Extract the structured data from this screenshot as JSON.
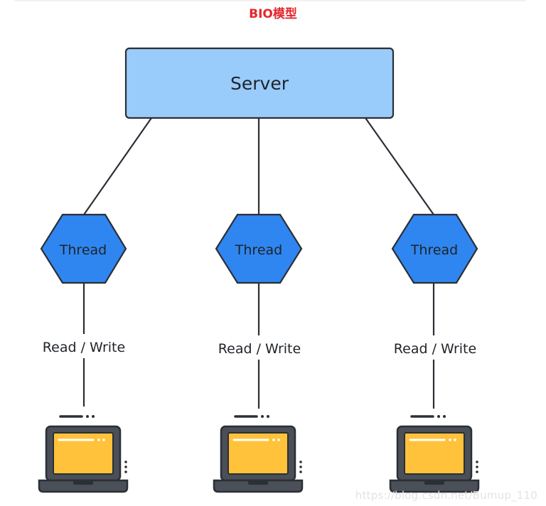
{
  "title": "BIO模型",
  "server": {
    "label": "Server"
  },
  "threads": [
    {
      "label": "Thread",
      "link_label": "Read / Write"
    },
    {
      "label": "Thread",
      "link_label": "Read / Write"
    },
    {
      "label": "Thread",
      "link_label": "Read / Write"
    }
  ],
  "clients": [
    {
      "icon": "laptop-icon"
    },
    {
      "icon": "laptop-icon"
    },
    {
      "icon": "laptop-icon"
    }
  ],
  "watermark": "https://blog.csdn.net/Bumup_110",
  "colors": {
    "title": "#e5262b",
    "server_fill": "#99ccfb",
    "thread_fill": "#2f86f0",
    "outline": "#2b2f36",
    "laptop_screen": "#ffc23a",
    "laptop_body": "#4a4f58"
  }
}
